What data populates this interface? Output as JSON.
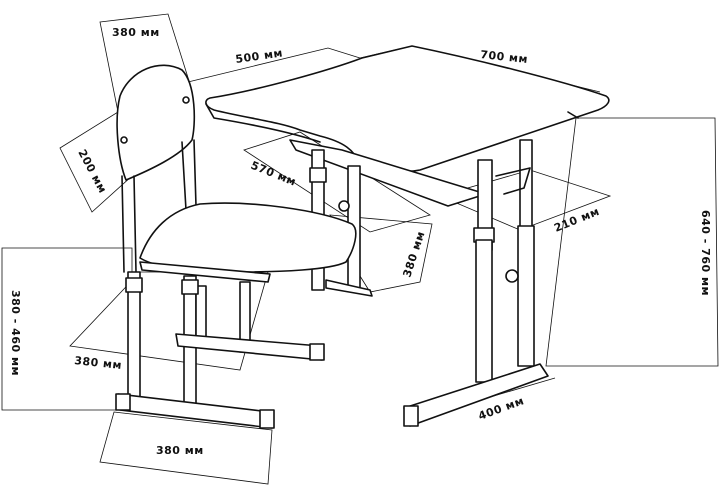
{
  "labels": {
    "backrest_width": "380 мм",
    "table_depth": "500 мм",
    "table_width": "700 мм",
    "backrest_height": "200 мм",
    "shelf_depth": "570 мм",
    "shelf_height": "210 мм",
    "seat_depth": "380 мм",
    "table_height": "640 - 760 мм",
    "seat_height": "380 - 460 мм",
    "seat_width": "380 мм",
    "table_base": "400 мм",
    "chair_base": "380 мм"
  }
}
